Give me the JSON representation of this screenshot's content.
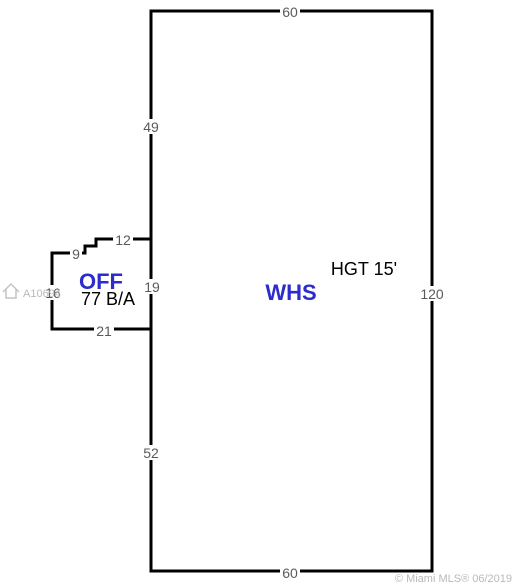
{
  "sketch": {
    "dimensions": {
      "top": "60",
      "bottom": "60",
      "left_upper": "49",
      "left_lower": "52",
      "right": "120",
      "office_top": "12",
      "office_step": "9",
      "office_left": "16",
      "office_side": "19",
      "office_bottom": "21"
    },
    "areas": {
      "office_label": "OFF",
      "office_area": "77 B/A",
      "warehouse_label": "WHS",
      "height_note": "HGT 15'"
    },
    "colors": {
      "area_label": "#2b2bcf",
      "walls": "#000000",
      "dimension_text": "#5a5a5a"
    }
  },
  "watermark": {
    "listing_id": "A10694",
    "brand": "© Miami MLS® 06/2019"
  }
}
